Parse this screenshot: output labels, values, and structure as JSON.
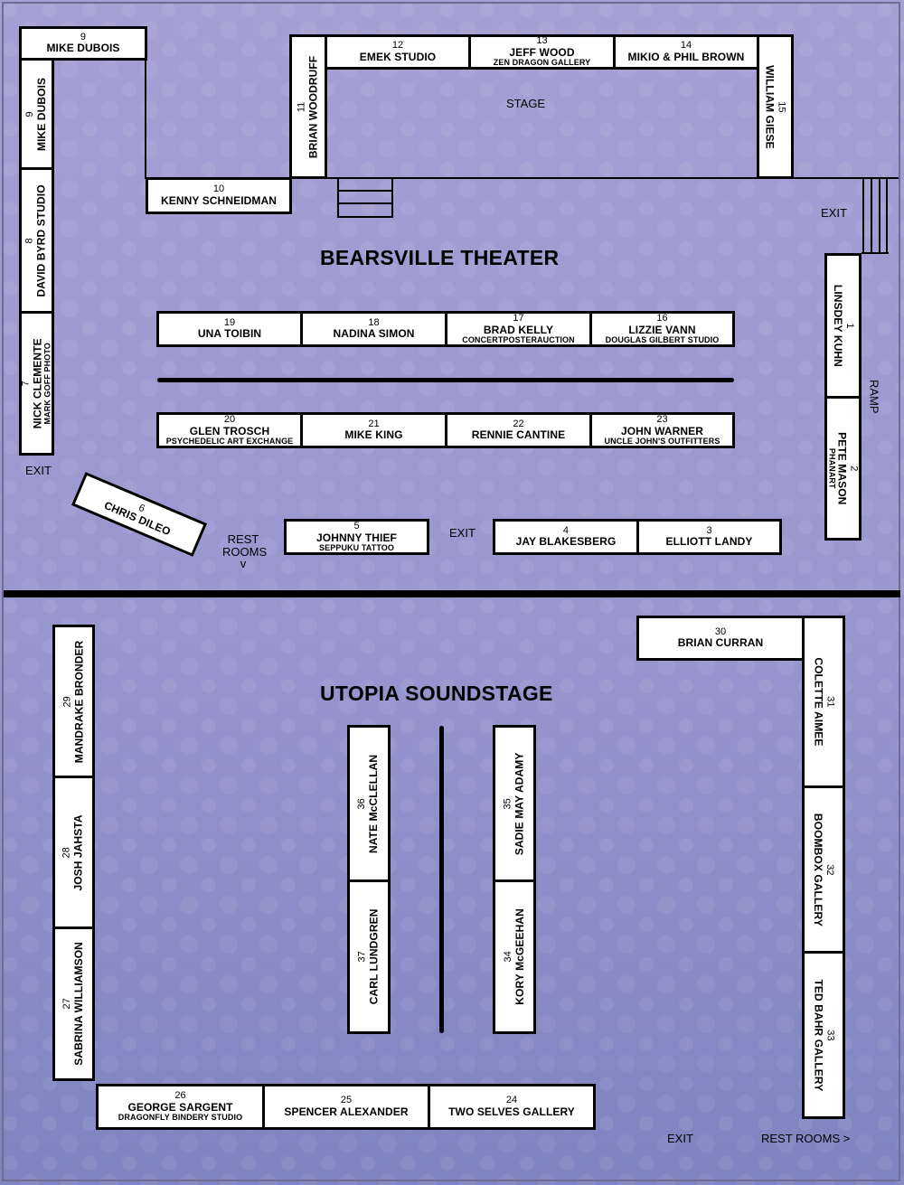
{
  "titles": {
    "bearsville": "BEARSVILLE THEATER",
    "utopia": "UTOPIA SOUNDSTAGE"
  },
  "labels": {
    "stage": "STAGE",
    "exit_top_right": "EXIT",
    "ramp": "RAMP",
    "exit_left": "EXIT",
    "rest_rooms_top": "REST\nROOMS\nv",
    "exit_center": "EXIT",
    "exit_bottom": "EXIT",
    "rest_rooms_bottom": "REST ROOMS >"
  },
  "booths": {
    "b1": {
      "num": "1",
      "name": "LINSDEY KUHN"
    },
    "b2": {
      "num": "2",
      "name": "PETE MASON",
      "sub": "PHANART"
    },
    "b3": {
      "num": "3",
      "name": "ELLIOTT LANDY"
    },
    "b4": {
      "num": "4",
      "name": "JAY BLAKESBERG"
    },
    "b5": {
      "num": "5",
      "name": "JOHNNY THIEF",
      "sub": "SEPPUKU TATTOO"
    },
    "b6": {
      "num": "6",
      "name": "CHRIS DILEO"
    },
    "b7": {
      "num": "7",
      "name": "NICK CLEMENTE",
      "sub": "MARK GOFF PHOTO"
    },
    "b8": {
      "num": "8",
      "name": "DAVID BYRD STUDIO"
    },
    "b9a": {
      "num": "9",
      "name": "MIKE DUBOIS"
    },
    "b9b": {
      "num": "9",
      "name": "MIKE DUBOIS"
    },
    "b10": {
      "num": "10",
      "name": "KENNY SCHNEIDMAN"
    },
    "b11": {
      "num": "11",
      "name": "BRIAN WOODRUFF"
    },
    "b12": {
      "num": "12",
      "name": "EMEK STUDIO"
    },
    "b13": {
      "num": "13",
      "name": "JEFF WOOD",
      "sub": "ZEN DRAGON GALLERY"
    },
    "b14": {
      "num": "14",
      "name": "MIKIO & PHIL BROWN"
    },
    "b15": {
      "num": "15",
      "name": "WILLIAM GIESE"
    },
    "b16": {
      "num": "16",
      "name": "LIZZIE VANN",
      "sub": "DOUGLAS GILBERT STUDIO"
    },
    "b17": {
      "num": "17",
      "name": "BRAD KELLY",
      "sub": "CONCERTPOSTERAUCTION"
    },
    "b18": {
      "num": "18",
      "name": "NADINA SIMON"
    },
    "b19": {
      "num": "19",
      "name": "UNA TOIBIN"
    },
    "b20": {
      "num": "20",
      "name": "GLEN TROSCH",
      "sub": "PSYCHEDELIC ART EXCHANGE"
    },
    "b21": {
      "num": "21",
      "name": "MIKE KING"
    },
    "b22": {
      "num": "22",
      "name": "RENNIE CANTINE"
    },
    "b23": {
      "num": "23",
      "name": "JOHN WARNER",
      "sub": "UNCLE JOHN'S OUTFITTERS"
    },
    "b24": {
      "num": "24",
      "name": "TWO SELVES GALLERY"
    },
    "b25": {
      "num": "25",
      "name": "SPENCER ALEXANDER"
    },
    "b26": {
      "num": "26",
      "name": "GEORGE SARGENT",
      "sub": "DRAGONFLY BINDERY STUDIO"
    },
    "b27": {
      "num": "27",
      "name": "SABRINA WILLIAMSON"
    },
    "b28": {
      "num": "28",
      "name": "JOSH JAHSTA"
    },
    "b29": {
      "num": "29",
      "name": "MANDRAKE BRONDER"
    },
    "b30": {
      "num": "30",
      "name": "BRIAN CURRAN"
    },
    "b31": {
      "num": "31",
      "name": "COLETTE AIMEE"
    },
    "b32": {
      "num": "32",
      "name": "BOOMBOX GALLERY"
    },
    "b33": {
      "num": "33",
      "name": "TED BAHR GALLERY"
    },
    "b34": {
      "num": "34",
      "name": "KORY McGEEHAN"
    },
    "b35": {
      "num": "35",
      "name": "SADIE MAY ADAMY"
    },
    "b36": {
      "num": "36",
      "name": "NATE McCLELLAN"
    },
    "b37": {
      "num": "37",
      "name": "CARL LUNDGREN"
    }
  },
  "colors": {
    "background_top": "#a59fd2",
    "background_bottom": "#7e84c0",
    "booth_fill": "#ffffff",
    "booth_border": "#000000"
  }
}
